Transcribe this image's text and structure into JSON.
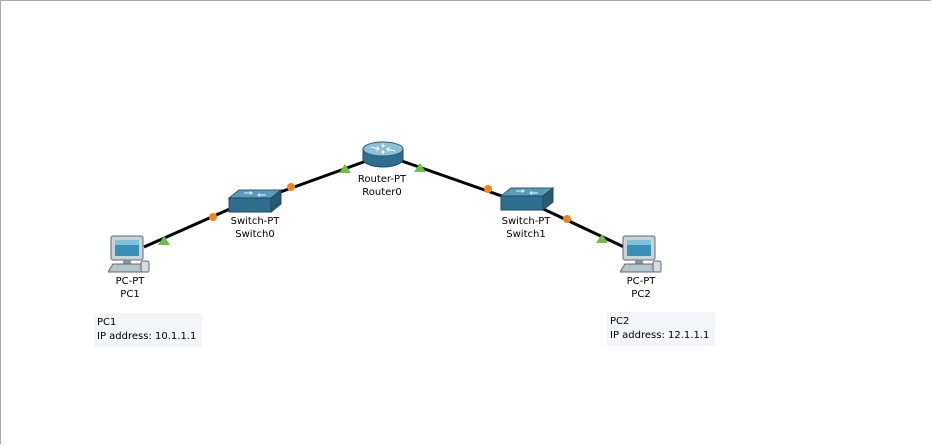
{
  "colors": {
    "link": "#000000",
    "port_up": "#6cc04a",
    "port_pending": "#f58220",
    "device_teal": "#2f6e8e",
    "note_bg": "#f4f5f9"
  },
  "devices": {
    "pc1": {
      "model": "PC-PT",
      "name": "PC1",
      "icon": "pc-icon"
    },
    "switch0": {
      "model": "Switch-PT",
      "name": "Switch0",
      "icon": "switch-icon"
    },
    "router0": {
      "model": "Router-PT",
      "name": "Router0",
      "icon": "router-icon"
    },
    "switch1": {
      "model": "Switch-PT",
      "name": "Switch1",
      "icon": "switch-icon"
    },
    "pc2": {
      "model": "PC-PT",
      "name": "PC2",
      "icon": "pc-icon"
    }
  },
  "notes": {
    "pc1": {
      "title": "PC1",
      "ip": "IP address: 10.1.1.1"
    },
    "pc2": {
      "title": "PC2",
      "ip": "IP address: 12.1.1.1"
    }
  },
  "links": [
    {
      "from": "PC1",
      "to": "Switch0",
      "from_status": "up",
      "to_status": "pending"
    },
    {
      "from": "Switch0",
      "to": "Router0",
      "from_status": "pending",
      "to_status": "up"
    },
    {
      "from": "Router0",
      "to": "Switch1",
      "from_status": "up",
      "to_status": "pending"
    },
    {
      "from": "Switch1",
      "to": "PC2",
      "from_status": "pending",
      "to_status": "up"
    }
  ]
}
